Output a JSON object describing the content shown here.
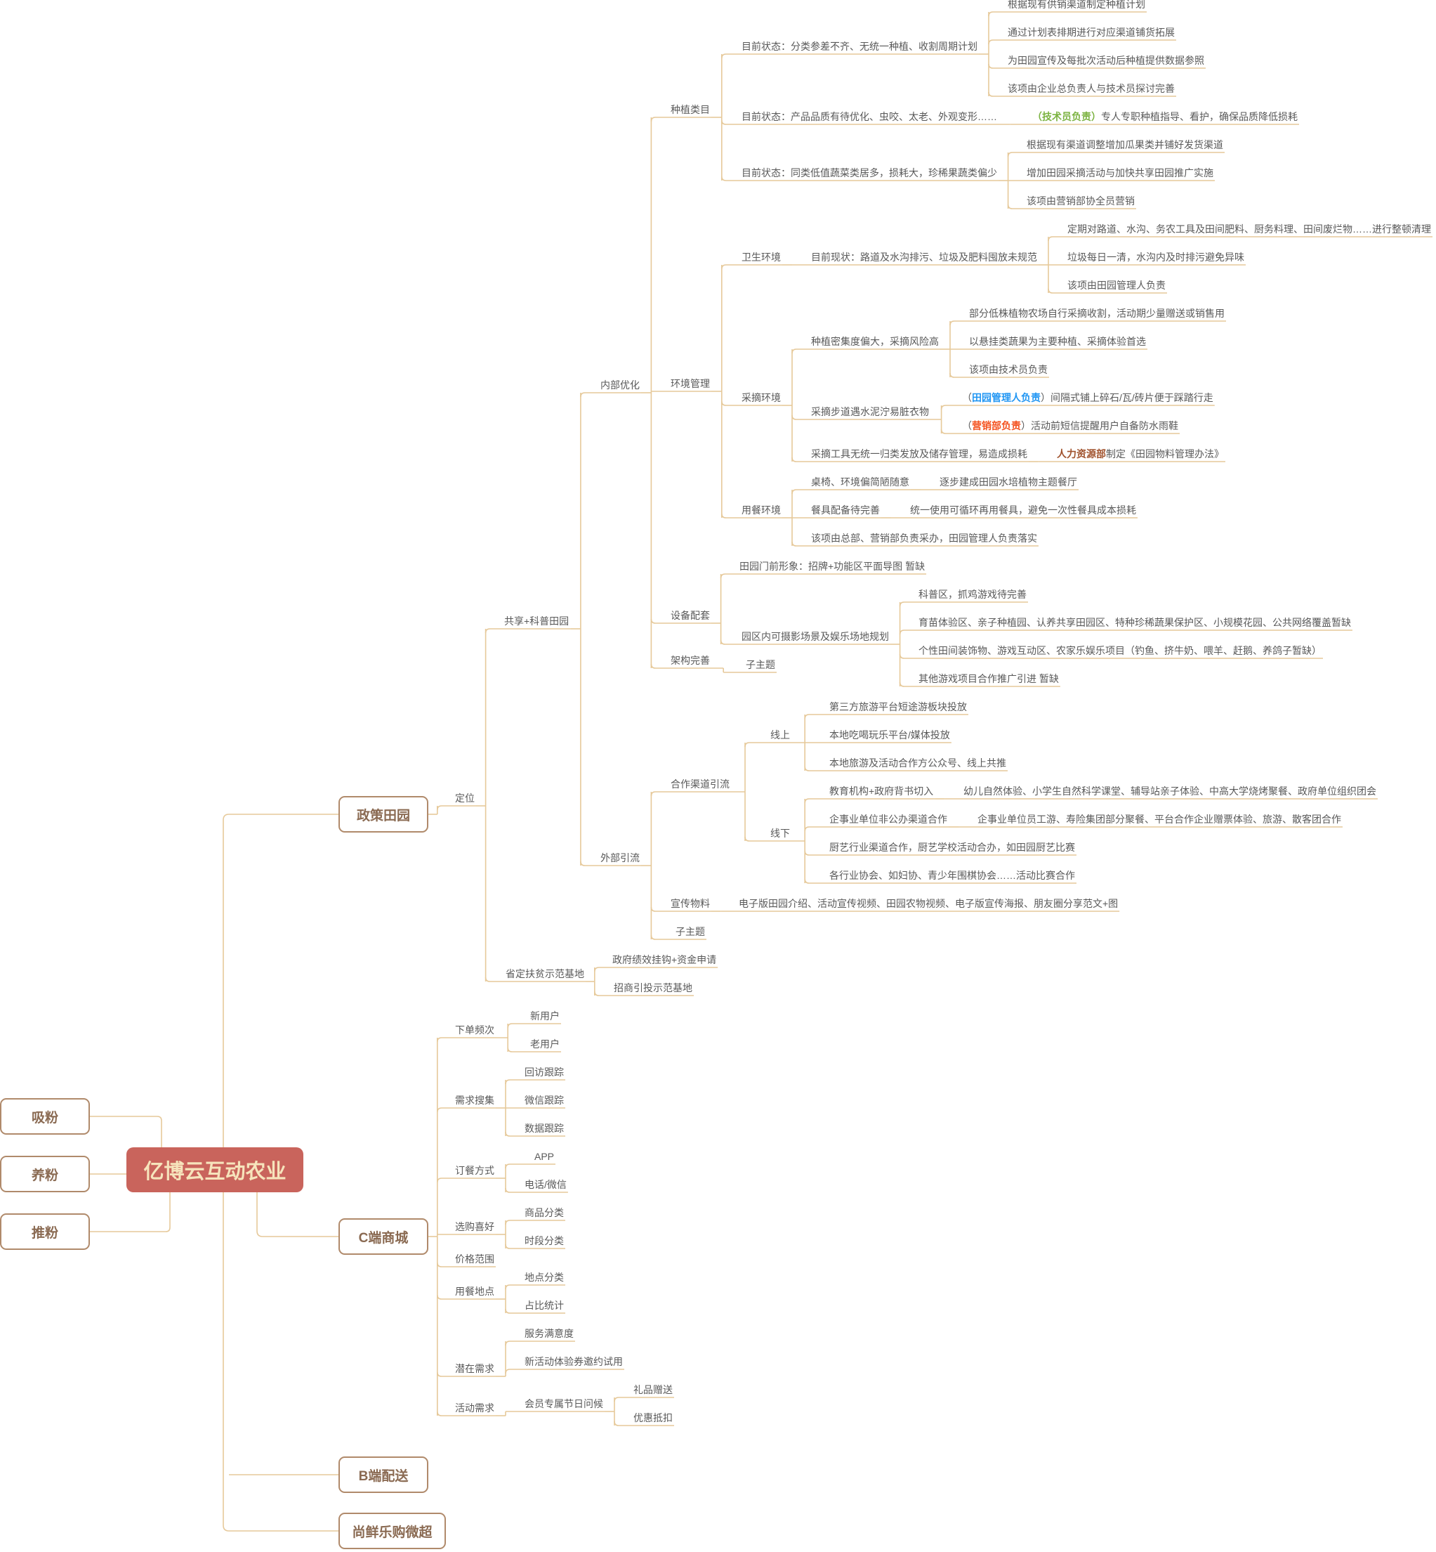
{
  "central": {
    "id": "root",
    "label": "亿博云互动农业"
  },
  "left_branches": [
    {
      "id": "xifen",
      "label": "吸粉"
    },
    {
      "id": "yangfen",
      "label": "养粉"
    },
    {
      "id": "tuifen",
      "label": "推粉"
    }
  ],
  "nodes": [
    {
      "id": "zc",
      "label": "政策田园",
      "parent": "root"
    },
    {
      "id": "c",
      "label": "C端商城",
      "parent": "root"
    },
    {
      "id": "b",
      "label": "B端配送",
      "parent": "root"
    },
    {
      "id": "sx",
      "label": "尚鲜乐购微超",
      "parent": "root"
    },
    {
      "id": "dw",
      "label": "定位",
      "parent": "zc"
    },
    {
      "id": "gx",
      "label": "共享+科普田园",
      "parent": "dw"
    },
    {
      "id": "sd",
      "label": "省定扶贫示范基地",
      "parent": "dw"
    },
    {
      "id": "sd1",
      "label": "政府绩效挂钩+资金申请",
      "parent": "sd"
    },
    {
      "id": "sd2",
      "label": "招商引投示范基地",
      "parent": "sd"
    },
    {
      "id": "nb",
      "label": "内部优化",
      "parent": "gx"
    },
    {
      "id": "wb",
      "label": "外部引流",
      "parent": "gx"
    },
    {
      "id": "zz",
      "label": "种植类目",
      "parent": "nb"
    },
    {
      "id": "zz1",
      "label": "目前状态：分类参差不齐、无统一种植、收割周期计划",
      "parent": "zz"
    },
    {
      "id": "zz1a",
      "label": "根据现有供销渠道制定种植计划",
      "parent": "zz1"
    },
    {
      "id": "zz1b",
      "label": "通过计划表排期进行对应渠道铺货拓展",
      "parent": "zz1"
    },
    {
      "id": "zz1c",
      "label": "为田园宣传及每批次活动后种植提供数据参照",
      "parent": "zz1"
    },
    {
      "id": "zz1d",
      "label": "该项由企业总负责人与技术员探讨完善",
      "parent": "zz1"
    },
    {
      "id": "zz2",
      "label": "目前状态：产品品质有待优化、虫咬、太老、外观变形……",
      "parent": "zz"
    },
    {
      "id": "zz2a",
      "segs": [
        [
          "（技术员负责）",
          "gr"
        ],
        [
          "专人专职种植指导、看护，确保品质降低损耗",
          ""
        ]
      ],
      "parent": "zz2"
    },
    {
      "id": "zz3",
      "label": "目前状态：同类低值蔬菜类居多，损耗大，珍稀果蔬类偏少",
      "parent": "zz"
    },
    {
      "id": "zz3a",
      "label": "根据现有渠道调整增加瓜果类并铺好发货渠道",
      "parent": "zz3"
    },
    {
      "id": "zz3b",
      "label": "增加田园采摘活动与加快共享田园推广实施",
      "parent": "zz3"
    },
    {
      "id": "zz3c",
      "label": "该项由营销部协全员营销",
      "parent": "zz3"
    },
    {
      "id": "hj",
      "label": "环境管理",
      "parent": "nb"
    },
    {
      "id": "ws",
      "label": "卫生环境",
      "parent": "hj"
    },
    {
      "id": "ws1",
      "label": "目前现状：路道及水沟排污、垃圾及肥料囤放未规范",
      "parent": "ws"
    },
    {
      "id": "ws1a",
      "label": "定期对路道、水沟、务农工具及田间肥料、厨务料理、田间废烂物……进行整顿清理",
      "parent": "ws1"
    },
    {
      "id": "ws1b",
      "label": "垃圾每日一清，水沟内及时排污避免异味",
      "parent": "ws1"
    },
    {
      "id": "ws1c",
      "label": "该项由田园管理人负责",
      "parent": "ws1"
    },
    {
      "id": "cz",
      "label": "采摘环境",
      "parent": "hj"
    },
    {
      "id": "cz1",
      "label": "种植密集度偏大，采摘风险高",
      "parent": "cz"
    },
    {
      "id": "cz1a",
      "label": "部分低株植物农场自行采摘收割，活动期少量赠送或销售用",
      "parent": "cz1"
    },
    {
      "id": "cz1b",
      "label": "以悬挂类蔬果为主要种植、采摘体验首选",
      "parent": "cz1"
    },
    {
      "id": "cz1c",
      "label": "该项由技术员负责",
      "parent": "cz1"
    },
    {
      "id": "cz2",
      "label": "采摘步道遇水泥泞易脏衣物",
      "parent": "cz"
    },
    {
      "id": "cz2a",
      "segs": [
        [
          "（",
          ""
        ],
        [
          "田园管理人负责",
          "bl"
        ],
        [
          "）间隔式铺上碎石/瓦/砖片便于踩踏行走",
          ""
        ]
      ],
      "parent": "cz2"
    },
    {
      "id": "cz2b",
      "segs": [
        [
          "（",
          ""
        ],
        [
          "营销部负责",
          "rd"
        ],
        [
          "）活动前短信提醒用户自备防水雨鞋",
          ""
        ]
      ],
      "parent": "cz2"
    },
    {
      "id": "cz3",
      "label": "采摘工具无统一归类发放及储存管理，易造成损耗",
      "parent": "cz"
    },
    {
      "id": "cz3a",
      "segs": [
        [
          "人力资源部",
          "br"
        ],
        [
          "制定《田园物料管理办法》",
          ""
        ]
      ],
      "parent": "cz3"
    },
    {
      "id": "cy",
      "label": "用餐环境",
      "parent": "hj"
    },
    {
      "id": "cy1",
      "label": "桌椅、环境偏简陋随意",
      "parent": "cy"
    },
    {
      "id": "cy1a",
      "label": "逐步建成田园水培植物主题餐厅",
      "parent": "cy1"
    },
    {
      "id": "cy2",
      "label": "餐具配备待完善",
      "parent": "cy"
    },
    {
      "id": "cy2a",
      "label": "统一使用可循环再用餐具，避免一次性餐具成本损耗",
      "parent": "cy2"
    },
    {
      "id": "cy3",
      "label": "该项由总部、营销部负责采办，田园管理人负责落实",
      "parent": "cy"
    },
    {
      "id": "sb",
      "label": "设备配套",
      "parent": "nb"
    },
    {
      "id": "sb1",
      "label": "田园门前形象：招牌+功能区平面导图 暂缺",
      "parent": "sb"
    },
    {
      "id": "sb2",
      "label": "园区内可摄影场景及娱乐场地规划",
      "parent": "sb"
    },
    {
      "id": "sb2a",
      "label": "科普区，抓鸡游戏待完善",
      "parent": "sb2"
    },
    {
      "id": "sb2b",
      "label": "育苗体验区、亲子种植园、认养共享田园区、特种珍稀蔬果保护区、小规模花园、公共网络覆盖暂缺",
      "parent": "sb2"
    },
    {
      "id": "sb2c",
      "label": "个性田间装饰物、游戏互动区、农家乐娱乐项目（钓鱼、挤牛奶、喂羊、赶鹅、养鸽子暂缺）",
      "parent": "sb2"
    },
    {
      "id": "sb2d",
      "label": "其他游戏项目合作推广引进 暂缺",
      "parent": "sb2"
    },
    {
      "id": "jg",
      "label": "架构完善",
      "parent": "nb"
    },
    {
      "id": "jg1",
      "label": "子主题",
      "parent": "jg"
    },
    {
      "id": "hz",
      "label": "合作渠道引流",
      "parent": "wb"
    },
    {
      "id": "xs",
      "label": "线上",
      "parent": "hz"
    },
    {
      "id": "xs1",
      "label": "第三方旅游平台短途游板块投放",
      "parent": "xs"
    },
    {
      "id": "xs2",
      "label": "本地吃喝玩乐平台/媒体投放",
      "parent": "xs"
    },
    {
      "id": "xs3",
      "label": "本地旅游及活动合作方公众号、线上共推",
      "parent": "xs"
    },
    {
      "id": "xx",
      "label": "线下",
      "parent": "hz"
    },
    {
      "id": "xx1",
      "label": "教育机构+政府背书切入",
      "parent": "xx"
    },
    {
      "id": "xx1a",
      "label": "幼儿自然体验、小学生自然科学课堂、辅导站亲子体验、中高大学烧烤聚餐、政府单位组织团会",
      "parent": "xx1"
    },
    {
      "id": "xx2",
      "label": "企事业单位非公办渠道合作",
      "parent": "xx"
    },
    {
      "id": "xx2a",
      "label": "企事业单位员工游、寿险集团部分聚餐、平台合作企业赠票体验、旅游、散客团合作",
      "parent": "xx2"
    },
    {
      "id": "xx3",
      "label": "厨艺行业渠道合作，厨艺学校活动合办，如田园厨艺比赛",
      "parent": "xx"
    },
    {
      "id": "xx4",
      "label": "各行业协会、如妇协、青少年围棋协会……活动比赛合作",
      "parent": "xx"
    },
    {
      "id": "xc",
      "label": "宣传物料",
      "parent": "wb"
    },
    {
      "id": "xc1",
      "label": "电子版田园介绍、活动宣传视频、田园农物视频、电子版宣传海报、朋友圈分享范文+图",
      "parent": "xc"
    },
    {
      "id": "wzz",
      "label": "子主题",
      "parent": "wb"
    },
    {
      "id": "c1",
      "label": "下单频次",
      "parent": "c"
    },
    {
      "id": "c1a",
      "label": "新用户",
      "parent": "c1"
    },
    {
      "id": "c1b",
      "label": "老用户",
      "parent": "c1"
    },
    {
      "id": "c2",
      "label": "需求搜集",
      "parent": "c"
    },
    {
      "id": "c2a",
      "label": "回访跟踪",
      "parent": "c2"
    },
    {
      "id": "c2b",
      "label": "微信跟踪",
      "parent": "c2"
    },
    {
      "id": "c2c",
      "label": "数据跟踪",
      "parent": "c2"
    },
    {
      "id": "c3",
      "label": "订餐方式",
      "parent": "c"
    },
    {
      "id": "c3a",
      "label": "APP",
      "parent": "c3"
    },
    {
      "id": "c3b",
      "label": "电话/微信",
      "parent": "c3"
    },
    {
      "id": "c4",
      "label": "选购喜好",
      "parent": "c"
    },
    {
      "id": "c4a",
      "label": "商品分类",
      "parent": "c4"
    },
    {
      "id": "c4b",
      "label": "时段分类",
      "parent": "c4"
    },
    {
      "id": "c5",
      "label": "价格范围",
      "parent": "c"
    },
    {
      "id": "c6",
      "label": "用餐地点",
      "parent": "c"
    },
    {
      "id": "c6a",
      "label": "地点分类",
      "parent": "c6"
    },
    {
      "id": "c6b",
      "label": "占比统计",
      "parent": "c6"
    },
    {
      "id": "c7",
      "label": "潜在需求",
      "parent": "c"
    },
    {
      "id": "c7a",
      "label": "服务满意度",
      "parent": "c7"
    },
    {
      "id": "c7b",
      "label": "新活动体验券邀约试用",
      "parent": "c7"
    },
    {
      "id": "c8",
      "label": "活动需求",
      "parent": "c"
    },
    {
      "id": "c8a",
      "label": "会员专属节日问候",
      "parent": "c8"
    },
    {
      "id": "c8a1",
      "label": "礼品赠送",
      "parent": "c8a"
    },
    {
      "id": "c8a2",
      "label": "优惠抵扣",
      "parent": "c8a"
    }
  ],
  "colors": {
    "line": "#e6c99a",
    "text": "#595959",
    "central_fill": "#c9645c",
    "central_text": "#f6e4bc",
    "box_border": "#b08a6b",
    "box_text": "#8a6a52",
    "green": "#7cb342",
    "blue": "#2196f3",
    "red": "#f4511e",
    "brown": "#a0522d"
  }
}
